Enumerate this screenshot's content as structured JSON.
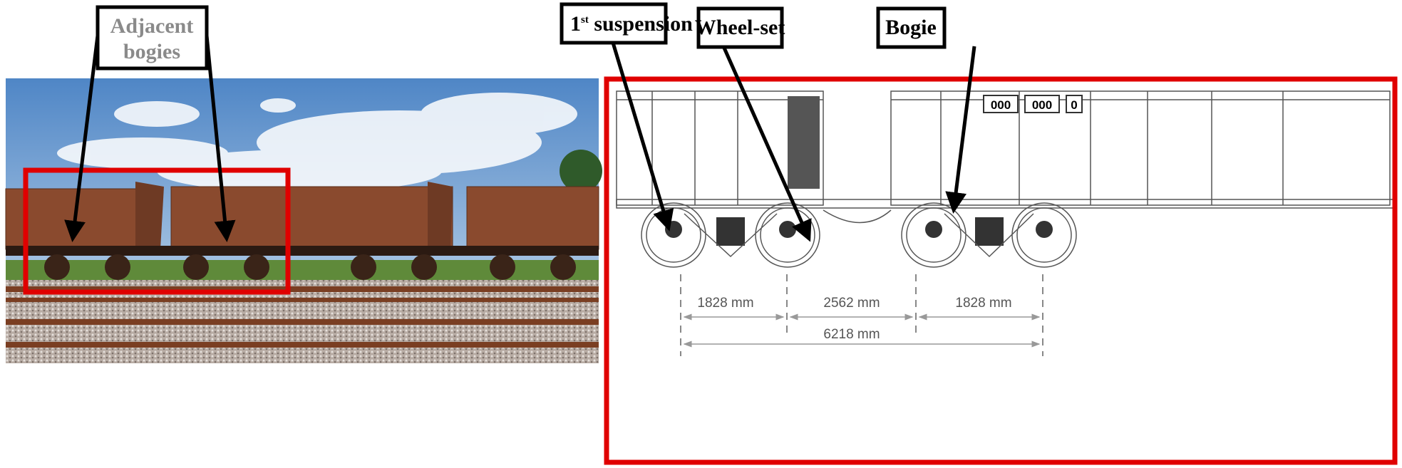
{
  "labels": {
    "adjacent_bogies_line1": "Adjacent",
    "adjacent_bogies_line2": "bogies",
    "first_suspension_main": "1",
    "first_suspension_sup": "st",
    "first_suspension_rest": " suspension",
    "wheel_set": "Wheel-set",
    "bogie": "Bogie"
  },
  "dimensions": {
    "wheelbase_left": "1828 mm",
    "bogie_gap": "2562 mm",
    "wheelbase_right": "1828 mm",
    "total": "6218 mm"
  },
  "wagon_markings": {
    "number_panel": [
      "000",
      "000",
      "0"
    ]
  },
  "colors": {
    "highlight_box": "#e00000",
    "arrow": "#000000",
    "label_gray": "#8a8a8a",
    "wagon_rust": "#8a4a2e",
    "sky": "#6f9fd0"
  }
}
